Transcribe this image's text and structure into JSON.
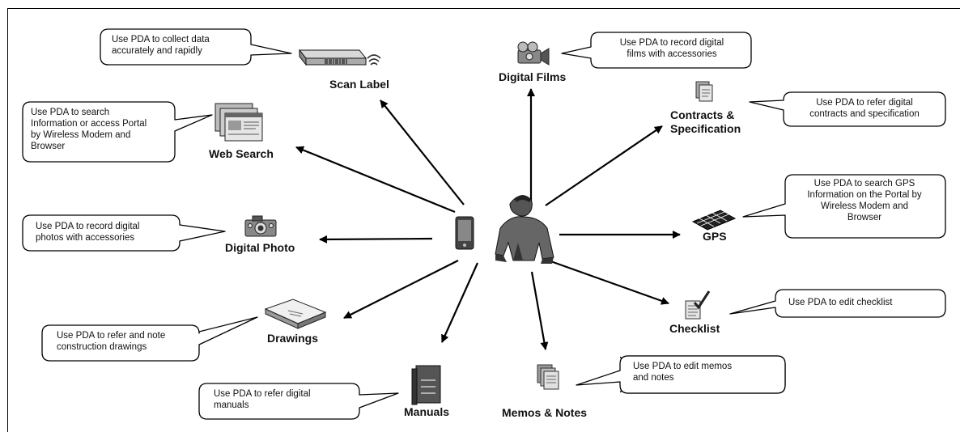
{
  "center": {
    "device": "pda-icon",
    "figure": "worker-figure"
  },
  "items": [
    {
      "id": "scan-label",
      "label": "Scan Label",
      "callout": [
        "Use PDA  to collect data",
        "accurately and rapidly"
      ]
    },
    {
      "id": "web-search",
      "label": "Web Search",
      "callout": [
        "Use PDA  to search",
        "Information or access Portal",
        "by Wireless Modem and",
        "Browser"
      ]
    },
    {
      "id": "digital-photo",
      "label": "Digital Photo",
      "callout": [
        "Use PDA  to record digital",
        "photos with accessories"
      ]
    },
    {
      "id": "drawings",
      "label": "Drawings",
      "callout": [
        "Use PDA  to refer and note",
        "construction drawings"
      ]
    },
    {
      "id": "manuals",
      "label": "Manuals",
      "callout": [
        "Use PDA  to refer digital",
        "manuals"
      ]
    },
    {
      "id": "memos-notes",
      "label": "Memos & Notes",
      "callout": [
        "Use PDA  to edit memos",
        "and notes"
      ]
    },
    {
      "id": "checklist",
      "label": "Checklist",
      "callout": [
        "Use PDA  to edit checklist"
      ]
    },
    {
      "id": "gps",
      "label": "GPS",
      "callout": [
        "Use PDA  to search GPS",
        "Information on the Portal by",
        "Wireless Modem and",
        "Browser"
      ]
    },
    {
      "id": "contracts",
      "label": [
        "Contracts &",
        "Specification"
      ],
      "callout": [
        "Use PDA  to refer digital",
        "contracts and specification"
      ]
    },
    {
      "id": "digital-films",
      "label": "Digital Films",
      "callout": [
        "Use PDA  to record digital",
        "films with accessories"
      ]
    }
  ]
}
